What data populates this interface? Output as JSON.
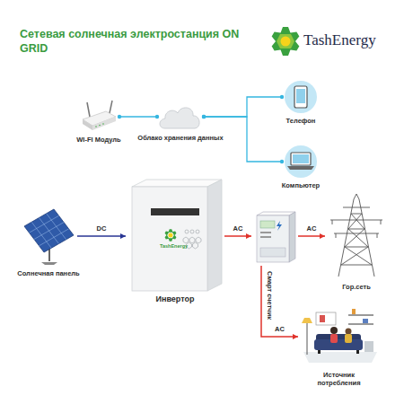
{
  "diagram": {
    "title": "Сетевая солнечная электростанция ON GRID",
    "nodes": [
      {
        "text": [
          "WI-FI Модуль"
        ]
      },
      {
        "text": [
          "Облако хранения данных"
        ]
      },
      {
        "text": [
          "Телефон"
        ]
      },
      {
        "text": [
          "Компьютер"
        ]
      },
      {
        "text": [
          "Солнечная панель"
        ]
      },
      {
        "text": [
          "Инвертор"
        ]
      },
      {
        "text": [
          "Смарт счетчик"
        ]
      },
      {
        "text": [
          "Гор.сеть"
        ]
      },
      {
        "text": [
          "Источник потребления"
        ]
      }
    ],
    "edges": [
      {
        "from": 0,
        "to": 1,
        "arrow": "none"
      },
      {
        "from": 1,
        "to": 2,
        "arrow": "none"
      },
      {
        "from": 1,
        "to": 3,
        "arrow": "none"
      },
      {
        "from": 4,
        "to": 5,
        "label": "DC",
        "arrow": "to"
      },
      {
        "from": 5,
        "to": 6,
        "label": "AC",
        "arrow": "to"
      },
      {
        "from": 6,
        "to": 7,
        "label": "AC",
        "arrow": "to"
      },
      {
        "from": 6,
        "to": 8,
        "label": "AC",
        "arrow": "to"
      }
    ],
    "labels": [
      "TashEnergy",
      "TashEnergy"
    ]
  }
}
